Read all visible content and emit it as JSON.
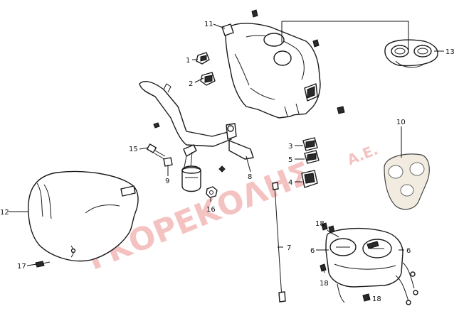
{
  "watermark": {
    "name": "ΓΚΟΡΕΚΟΛΗΣ",
    "suffix": "Α.Ε."
  },
  "callouts": [
    "1",
    "2",
    "3",
    "4",
    "5",
    "6",
    "6",
    "7",
    "8",
    "9",
    "10",
    "11",
    "12",
    "13",
    "15",
    "16",
    "17",
    "18",
    "18",
    "18"
  ],
  "colors": {
    "line": "#1a1a1a",
    "watermark": "#e87878",
    "plate": "#f2ece0",
    "background": "#ffffff"
  }
}
